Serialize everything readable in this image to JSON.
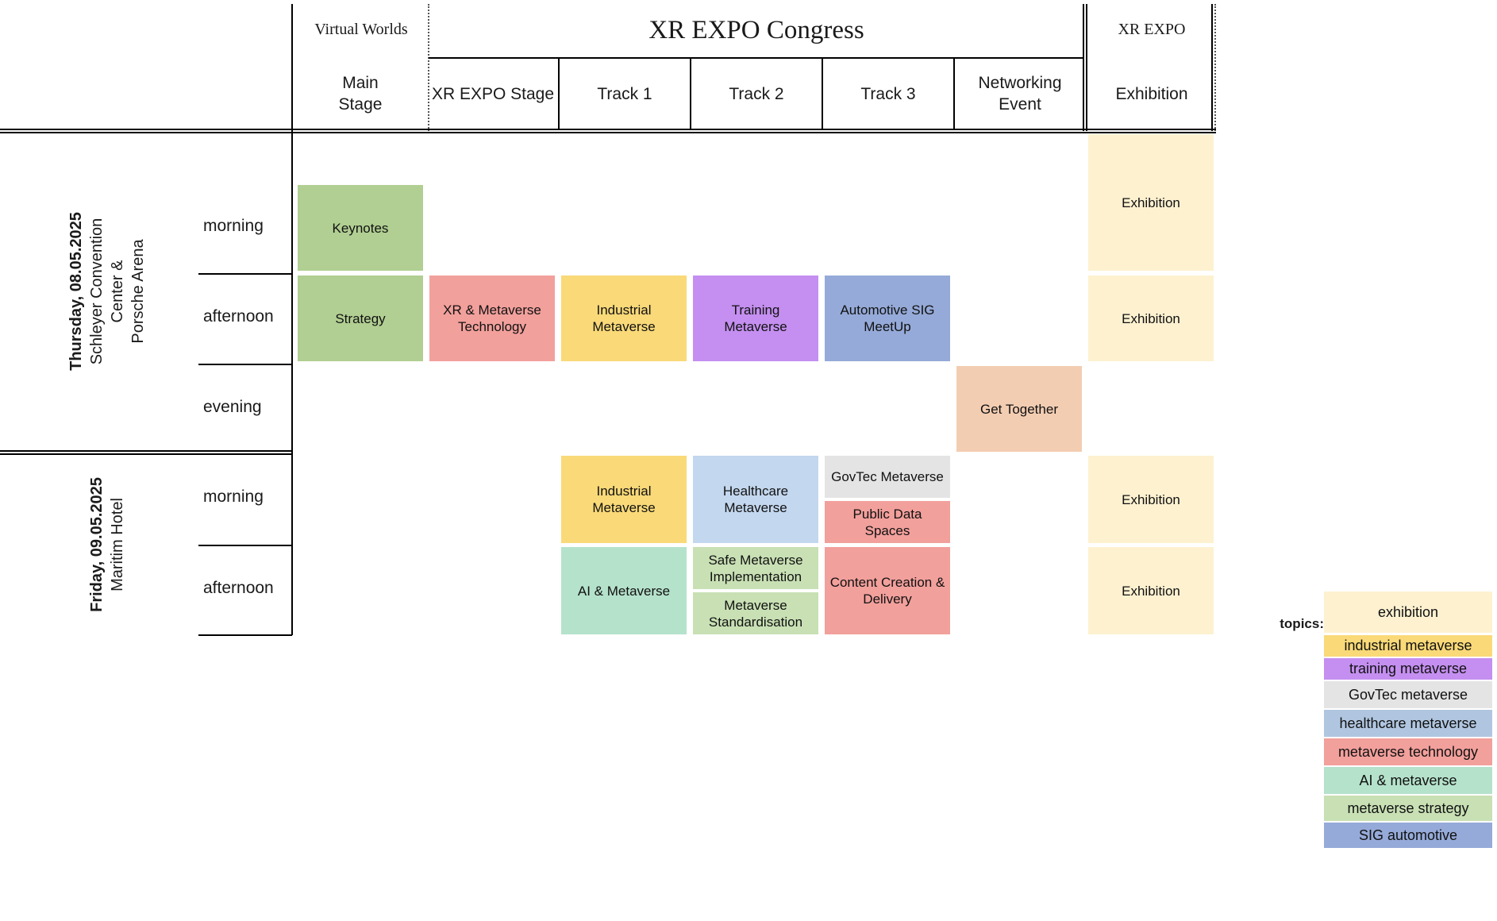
{
  "header": {
    "groups": {
      "virtual_worlds": "Virtual Worlds",
      "congress": "XR EXPO Congress",
      "expo": "XR EXPO"
    },
    "columns": {
      "main_stage": "Main\nStage",
      "xr_expo_stage": "XR EXPO Stage",
      "track1": "Track 1",
      "track2": "Track 2",
      "track3": "Track 3",
      "networking": "Networking\nEvent",
      "exhibition": "Exhibition"
    }
  },
  "days": [
    {
      "date": "Thursday, 08.05.2025",
      "venue": "Schleyer Convention Center &\nPorsche Arena"
    },
    {
      "date": "Friday, 09.05.2025",
      "venue": "Maritim Hotel"
    }
  ],
  "slots": {
    "thu_morning": "morning",
    "thu_afternoon": "afternoon",
    "thu_evening": "evening",
    "fri_morning": "morning",
    "fri_afternoon": "afternoon"
  },
  "sessions": {
    "keynotes": "Keynotes",
    "strategy": "Strategy",
    "xr_metaverse_technology": "XR & Metaverse\nTechnology",
    "industrial_thu": "Industrial\nMetaverse",
    "training": "Training\nMetaverse",
    "automotive_sig": "Automotive SIG\nMeetUp",
    "get_together": "Get Together",
    "exhibition_thu_morning": "Exhibition",
    "exhibition_thu_afternoon": "Exhibition",
    "industrial_fri": "Industrial\nMetaverse",
    "healthcare": "Healthcare\nMetaverse",
    "govtec": "GovTec Metaverse",
    "public_data_spaces": "Public Data Spaces",
    "ai_metaverse": "AI & Metaverse",
    "safe_metaverse": "Safe Metaverse\nImplementation",
    "standardisation": "Metaverse\nStandardisation",
    "content_creation": "Content Creation &\nDelivery",
    "exhibition_fri_morning": "Exhibition",
    "exhibition_fri_afternoon": "Exhibition"
  },
  "colors": {
    "exhibition": "#fdf1d0",
    "industrial": "#f9d978",
    "training": "#c48ff0",
    "govtec": "#e4e4e4",
    "healthcare": "#c3d7ee",
    "technology": "#f2a09c",
    "ai": "#b5e2cb",
    "strategy": "#b1cf92",
    "strategy_light": "#c8e0b4",
    "automotive": "#95aad8",
    "networking": "#f3cdb2",
    "legend_healthcare": "#b0c6e0"
  },
  "legend": {
    "title": "topics:",
    "items": [
      "exhibition",
      "industrial metaverse",
      "training metaverse",
      "GovTec metaverse",
      "healthcare metaverse",
      "metaverse technology",
      "AI & metaverse",
      "metaverse strategy",
      "SIG automotive"
    ]
  }
}
